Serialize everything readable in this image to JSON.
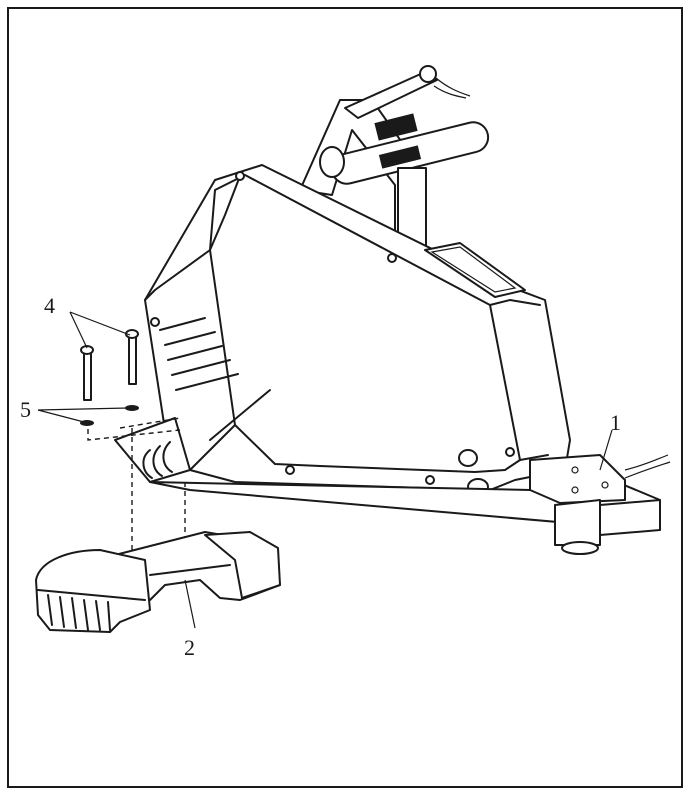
{
  "diagram": {
    "callouts": [
      {
        "id": "1",
        "label": "1"
      },
      {
        "id": "2",
        "label": "2"
      },
      {
        "id": "4",
        "label": "4"
      },
      {
        "id": "5",
        "label": "5"
      }
    ]
  },
  "colors": {
    "line": "#1a1a1a",
    "background": "#ffffff"
  }
}
